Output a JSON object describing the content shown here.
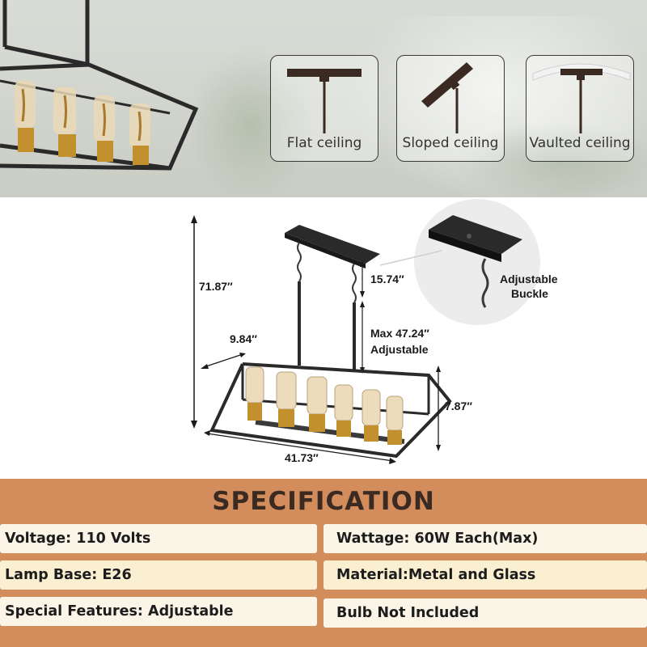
{
  "mounting": {
    "options": [
      {
        "label": "Flat ceiling",
        "icon": "flat-ceiling-icon"
      },
      {
        "label": "Sloped ceiling",
        "icon": "sloped-ceiling-icon"
      },
      {
        "label": "Vaulted ceiling",
        "icon": "vaulted-ceiling-icon"
      }
    ]
  },
  "dimensions": {
    "total_height": "71.87″",
    "canopy_drop": "15.74″",
    "chain_line1": "Max 47.24″",
    "chain_line2": "Adjustable",
    "depth": "9.84″",
    "fixture_height": "7.87″",
    "length": "41.73″"
  },
  "callout": {
    "line1": "Adjustable",
    "line2": "Buckle"
  },
  "specification": {
    "title": "SPECIFICATION",
    "rows": [
      {
        "left": "Voltage: 110 Volts",
        "right": "Wattage: 60W Each(Max)"
      },
      {
        "left": "Lamp Base: E26",
        "right": "Material:Metal and Glass"
      },
      {
        "left": "Special Features: Adjustable",
        "right": "Bulb Not Included"
      }
    ]
  },
  "colors": {
    "spec_band": "#d38d5c",
    "cell_bg": "#fbf5e8",
    "cell_bg_alt": "#faefd1",
    "frame": "#2a2a2a",
    "brass": "#c2912e"
  }
}
